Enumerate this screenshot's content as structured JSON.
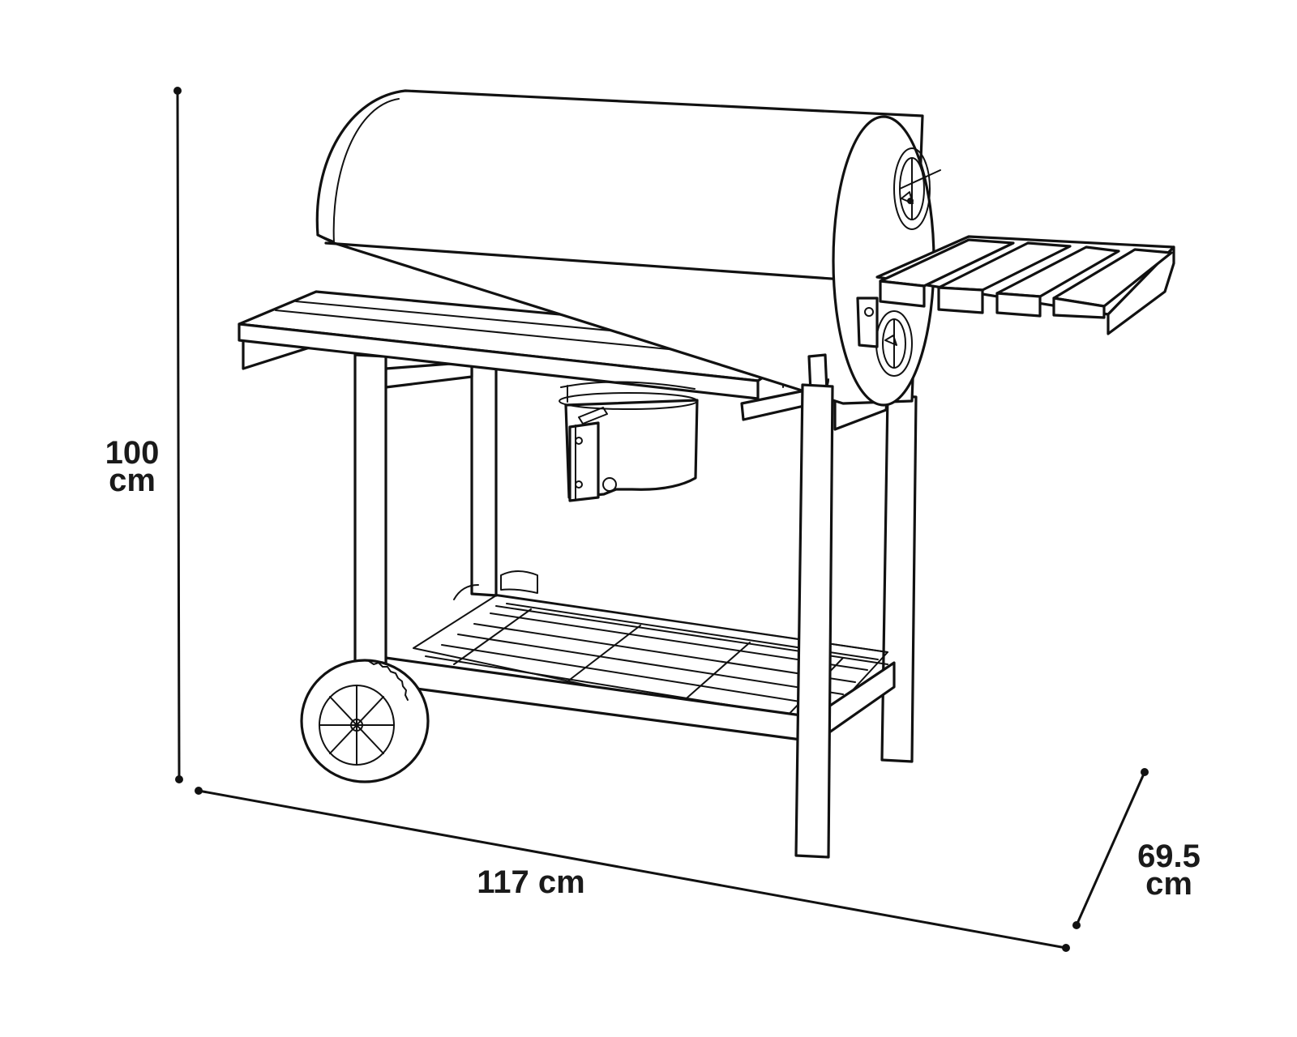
{
  "dimensions": {
    "height": {
      "value": "100",
      "unit": "cm"
    },
    "width": {
      "label": "117 cm"
    },
    "depth": {
      "value": "69.5",
      "unit": "cm"
    }
  },
  "colors": {
    "line": "#111111",
    "background": "#ffffff"
  }
}
